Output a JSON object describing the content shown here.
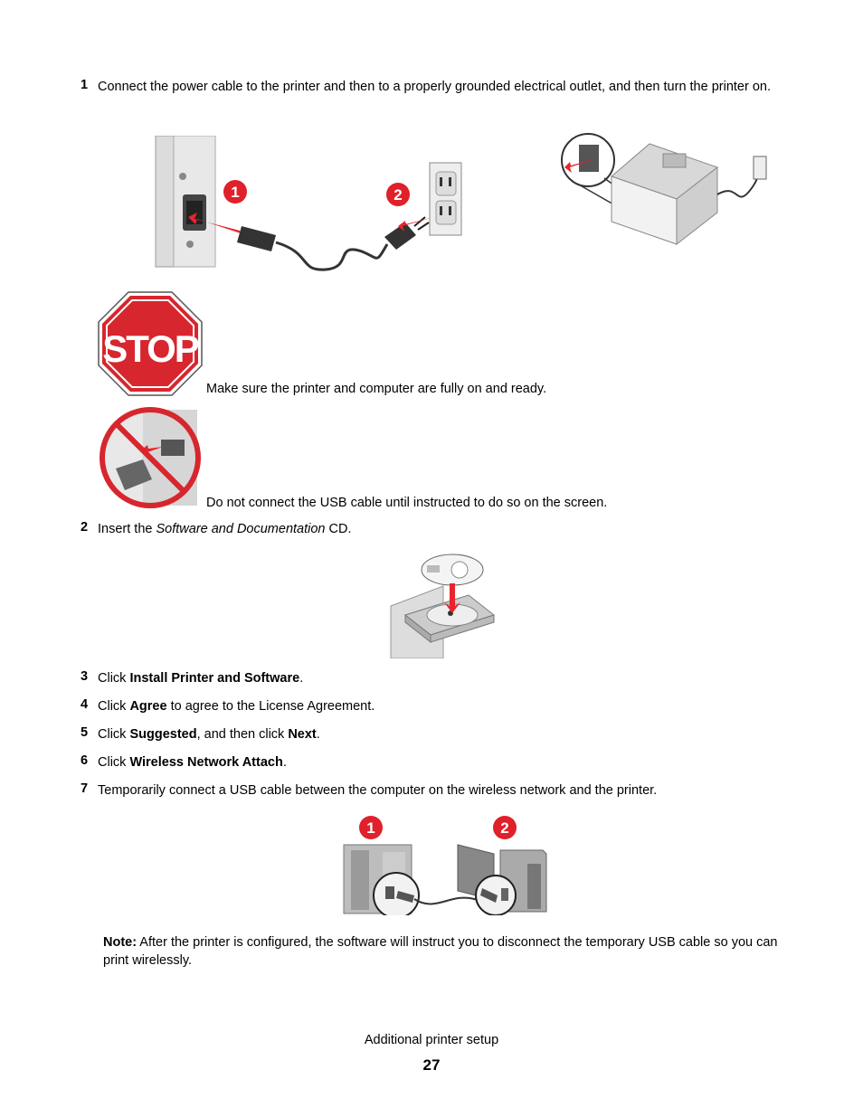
{
  "steps": [
    {
      "number": "1",
      "text": "Connect the power cable to the printer and then to a properly grounded electrical outlet, and then turn the printer on."
    },
    {
      "number": "2",
      "pre": "Insert the ",
      "italic": "Software and Documentation",
      "post": " CD."
    },
    {
      "number": "3",
      "pre": "Click ",
      "bold": "Install Printer and Software",
      "post": "."
    },
    {
      "number": "4",
      "pre": "Click ",
      "bold": "Agree",
      "post": " to agree to the License Agreement."
    },
    {
      "number": "5",
      "pre": "Click ",
      "bold": "Suggested",
      "mid": ", and then click ",
      "bold2": "Next",
      "post": "."
    },
    {
      "number": "6",
      "pre": "Click ",
      "bold": "Wireless Network Attach",
      "post": "."
    },
    {
      "number": "7",
      "text": "Temporarily connect a USB cable between the computer on the wireless network and the printer."
    }
  ],
  "callouts": {
    "power_1": "1",
    "power_2": "2",
    "usb_1": "1",
    "usb_2": "2"
  },
  "stop_sign_text": "STOP",
  "stop_message": "Make sure the printer and computer are fully on and ready.",
  "no_usb_message": "Do not connect the USB cable until instructed to do so on the screen.",
  "note": {
    "label": "Note:",
    "text": " After the printer is configured, the software will instruct you to disconnect the temporary USB cable so you can print wirelessly."
  },
  "footer": {
    "section": "Additional printer setup",
    "page_number": "27"
  },
  "colors": {
    "callout_red": "#e0202a",
    "stop_red": "#d7262e",
    "arrow_red": "#e8242c"
  },
  "icons": [
    "stop-sign-icon",
    "no-usb-icon",
    "cd-icon"
  ]
}
